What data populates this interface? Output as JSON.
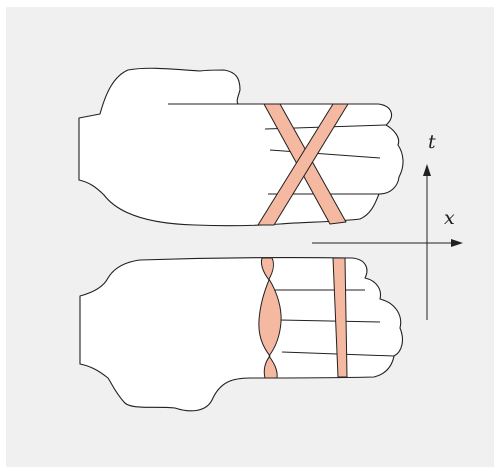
{
  "figure": {
    "background_color": "#f0f0f1",
    "band_color": "#f4b9a0",
    "outline_color": "#231f20"
  },
  "axes": {
    "time_label": "t",
    "space_label": "x"
  },
  "hands": [
    {
      "name": "top-hand",
      "bands": "crossed"
    },
    {
      "name": "bottom-hand",
      "bands": "parallel"
    }
  ]
}
